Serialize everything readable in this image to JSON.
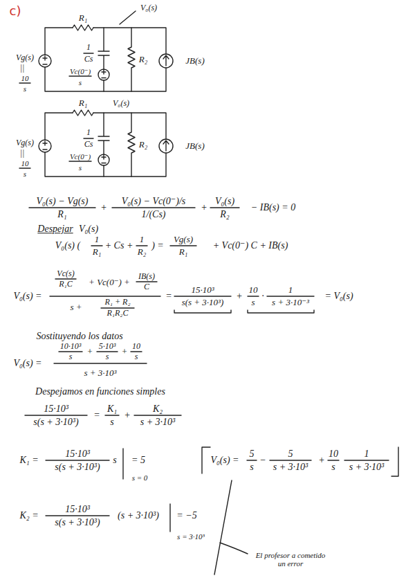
{
  "diagram": {
    "labels": [
      "c)",
      "R₁",
      "V₀(s)",
      "1",
      "Cs",
      "Vc(0⁻)",
      "s",
      "R₂",
      "JB(s)",
      "Vg(s)",
      "||",
      "10",
      "s",
      "R₁",
      "V₀(s)",
      "1",
      "Cs",
      "Vc(0⁻)",
      "s",
      "R₂",
      "JB(s)",
      "Vg(s)",
      "||",
      "10",
      "s",
      "V₀(s) − Vg(s)",
      "R₁",
      "+",
      "V₀(s) − Vc(0⁻)/s",
      "1/(Cs)",
      "+",
      "V₀(s)",
      "R₂",
      "− IB(s) = 0",
      "Despejar",
      "V₀(s)",
      "V₀(s) (",
      "1",
      "R₁",
      "+ Cs +",
      "1",
      "R₂",
      ") =",
      "Vg(s)",
      "R₁",
      "+ Vc(0⁻) C + IB(s)",
      "V₀(s) =",
      "Vc(s)",
      "R₁C",
      "+ Vc(0⁻) +",
      "IB(s)",
      "C",
      "s +",
      "R₁ + R₂",
      "R₁R₂C",
      "=",
      "15·10³",
      "s(s + 3·10³)",
      "+",
      "10",
      "s",
      "·",
      "1",
      "s + 3·10⁻³",
      "= V₀(s)",
      "Sostituyendo los datos",
      "V₀(s) =",
      "10·10³",
      "s",
      "+",
      "5·10³",
      "s",
      "+",
      "10",
      "s",
      "s + 3·10³",
      "Despejamos en funciones simples",
      "15·10³",
      "s(s + 3·10³)",
      "=",
      "K₁",
      "s",
      "+",
      "K₂",
      "s + 3·10³",
      "K₁ =",
      "15·10³",
      "s(s + 3·10³)",
      "s",
      "= 5",
      "s = 0",
      "K₂ =",
      "15·10³",
      "s(s + 3·10³)",
      "(s + 3·10³)",
      "= −5",
      "s = 3·10³",
      "V₀(s) =",
      "5",
      "s",
      "−",
      "5",
      "s + 3·10³",
      "+",
      "10",
      "s",
      "1",
      "s + 3·10³",
      "El profesor a cometido un error"
    ]
  }
}
